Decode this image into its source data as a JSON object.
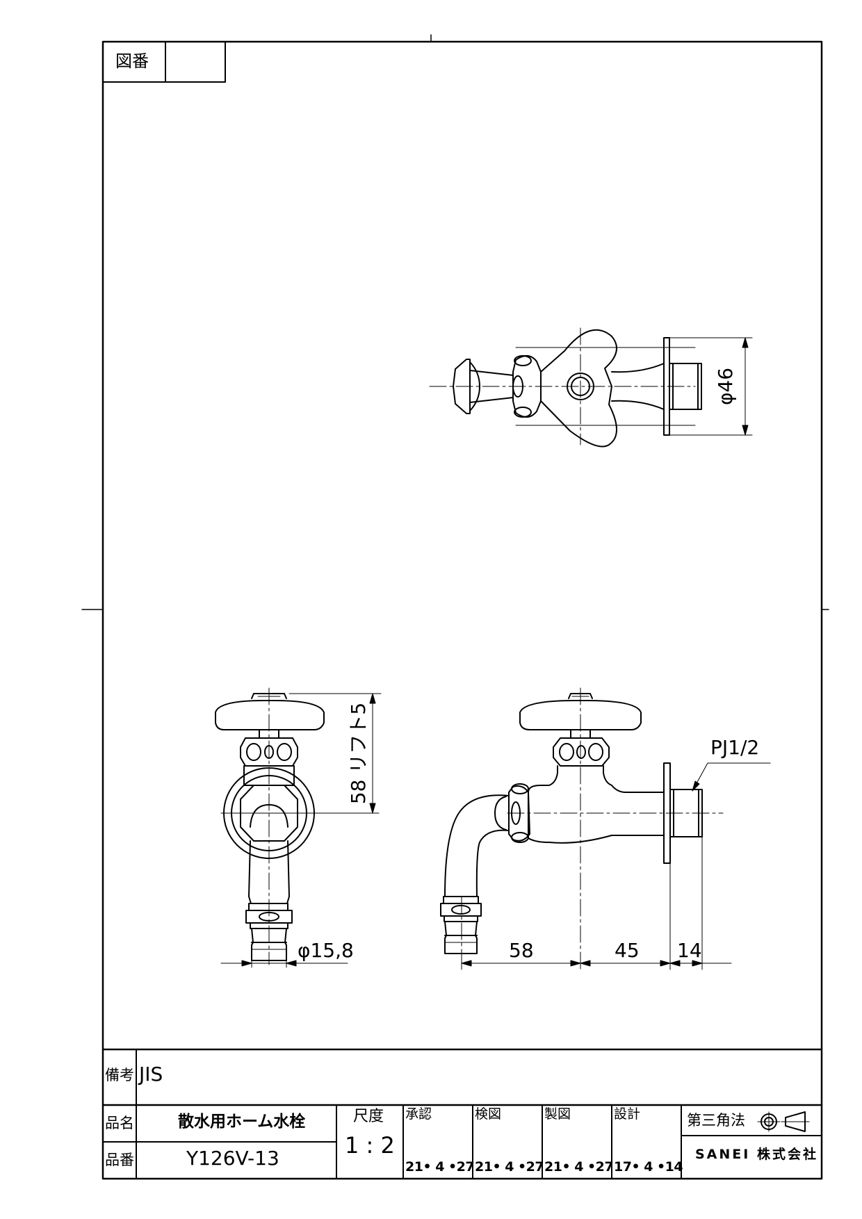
{
  "drawing_number_label": "図番",
  "drawing_number_value": "",
  "dimensions": {
    "plan_diameter": "φ46",
    "side_lift": "58 リフト5",
    "outlet_diameter": "φ15,8",
    "len_58": "58",
    "len_45": "45",
    "len_14": "14",
    "thread": "PJ1/2"
  },
  "remarks": {
    "label": "備考",
    "value": "JIS"
  },
  "product_name": {
    "label": "品名",
    "value": "散水用ホーム水栓"
  },
  "product_number": {
    "label": "品番",
    "value": "Y126V-13"
  },
  "scale": {
    "label": "尺度",
    "value": "1 : 2"
  },
  "approvals": [
    {
      "label": "承認",
      "date": "21• 4 •27"
    },
    {
      "label": "検図",
      "date": "21• 4 •27"
    },
    {
      "label": "製図",
      "date": "21• 4 •27"
    },
    {
      "label": "設計",
      "date": "17• 4 •14"
    }
  ],
  "projection": "第三角法",
  "company": "SANEI 株式会社"
}
